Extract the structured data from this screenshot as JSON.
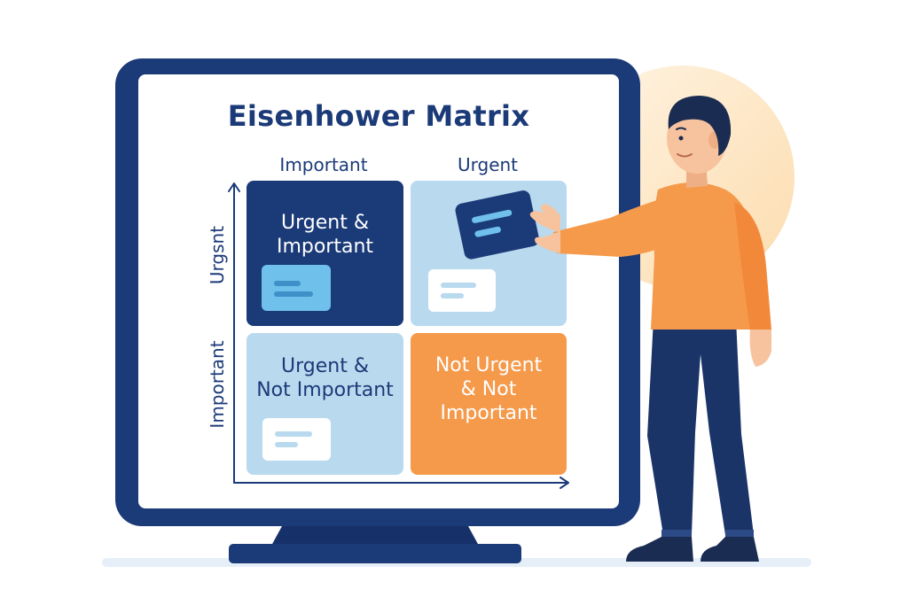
{
  "diagram": {
    "title": "Eisenhower Matrix",
    "column_labels": [
      "Important",
      "Urgent"
    ],
    "row_labels": [
      "Urgsnt",
      "Important"
    ],
    "quadrants": [
      {
        "lines": [
          "Urgent &",
          "Important"
        ]
      },
      {
        "lines": []
      },
      {
        "lines": [
          "Urgent &",
          "Not Important"
        ]
      },
      {
        "lines": [
          "Not Urgent",
          "& Not",
          "Important"
        ]
      }
    ]
  },
  "colors": {
    "navy": "#1b3a78",
    "light_blue": "#b9d9ee",
    "orange": "#f5994a",
    "shirt": "#f5994a",
    "pants": "#1a3468",
    "skin": "#f7c39e",
    "hair": "#1b2c52",
    "sun": "#fde7c6"
  }
}
